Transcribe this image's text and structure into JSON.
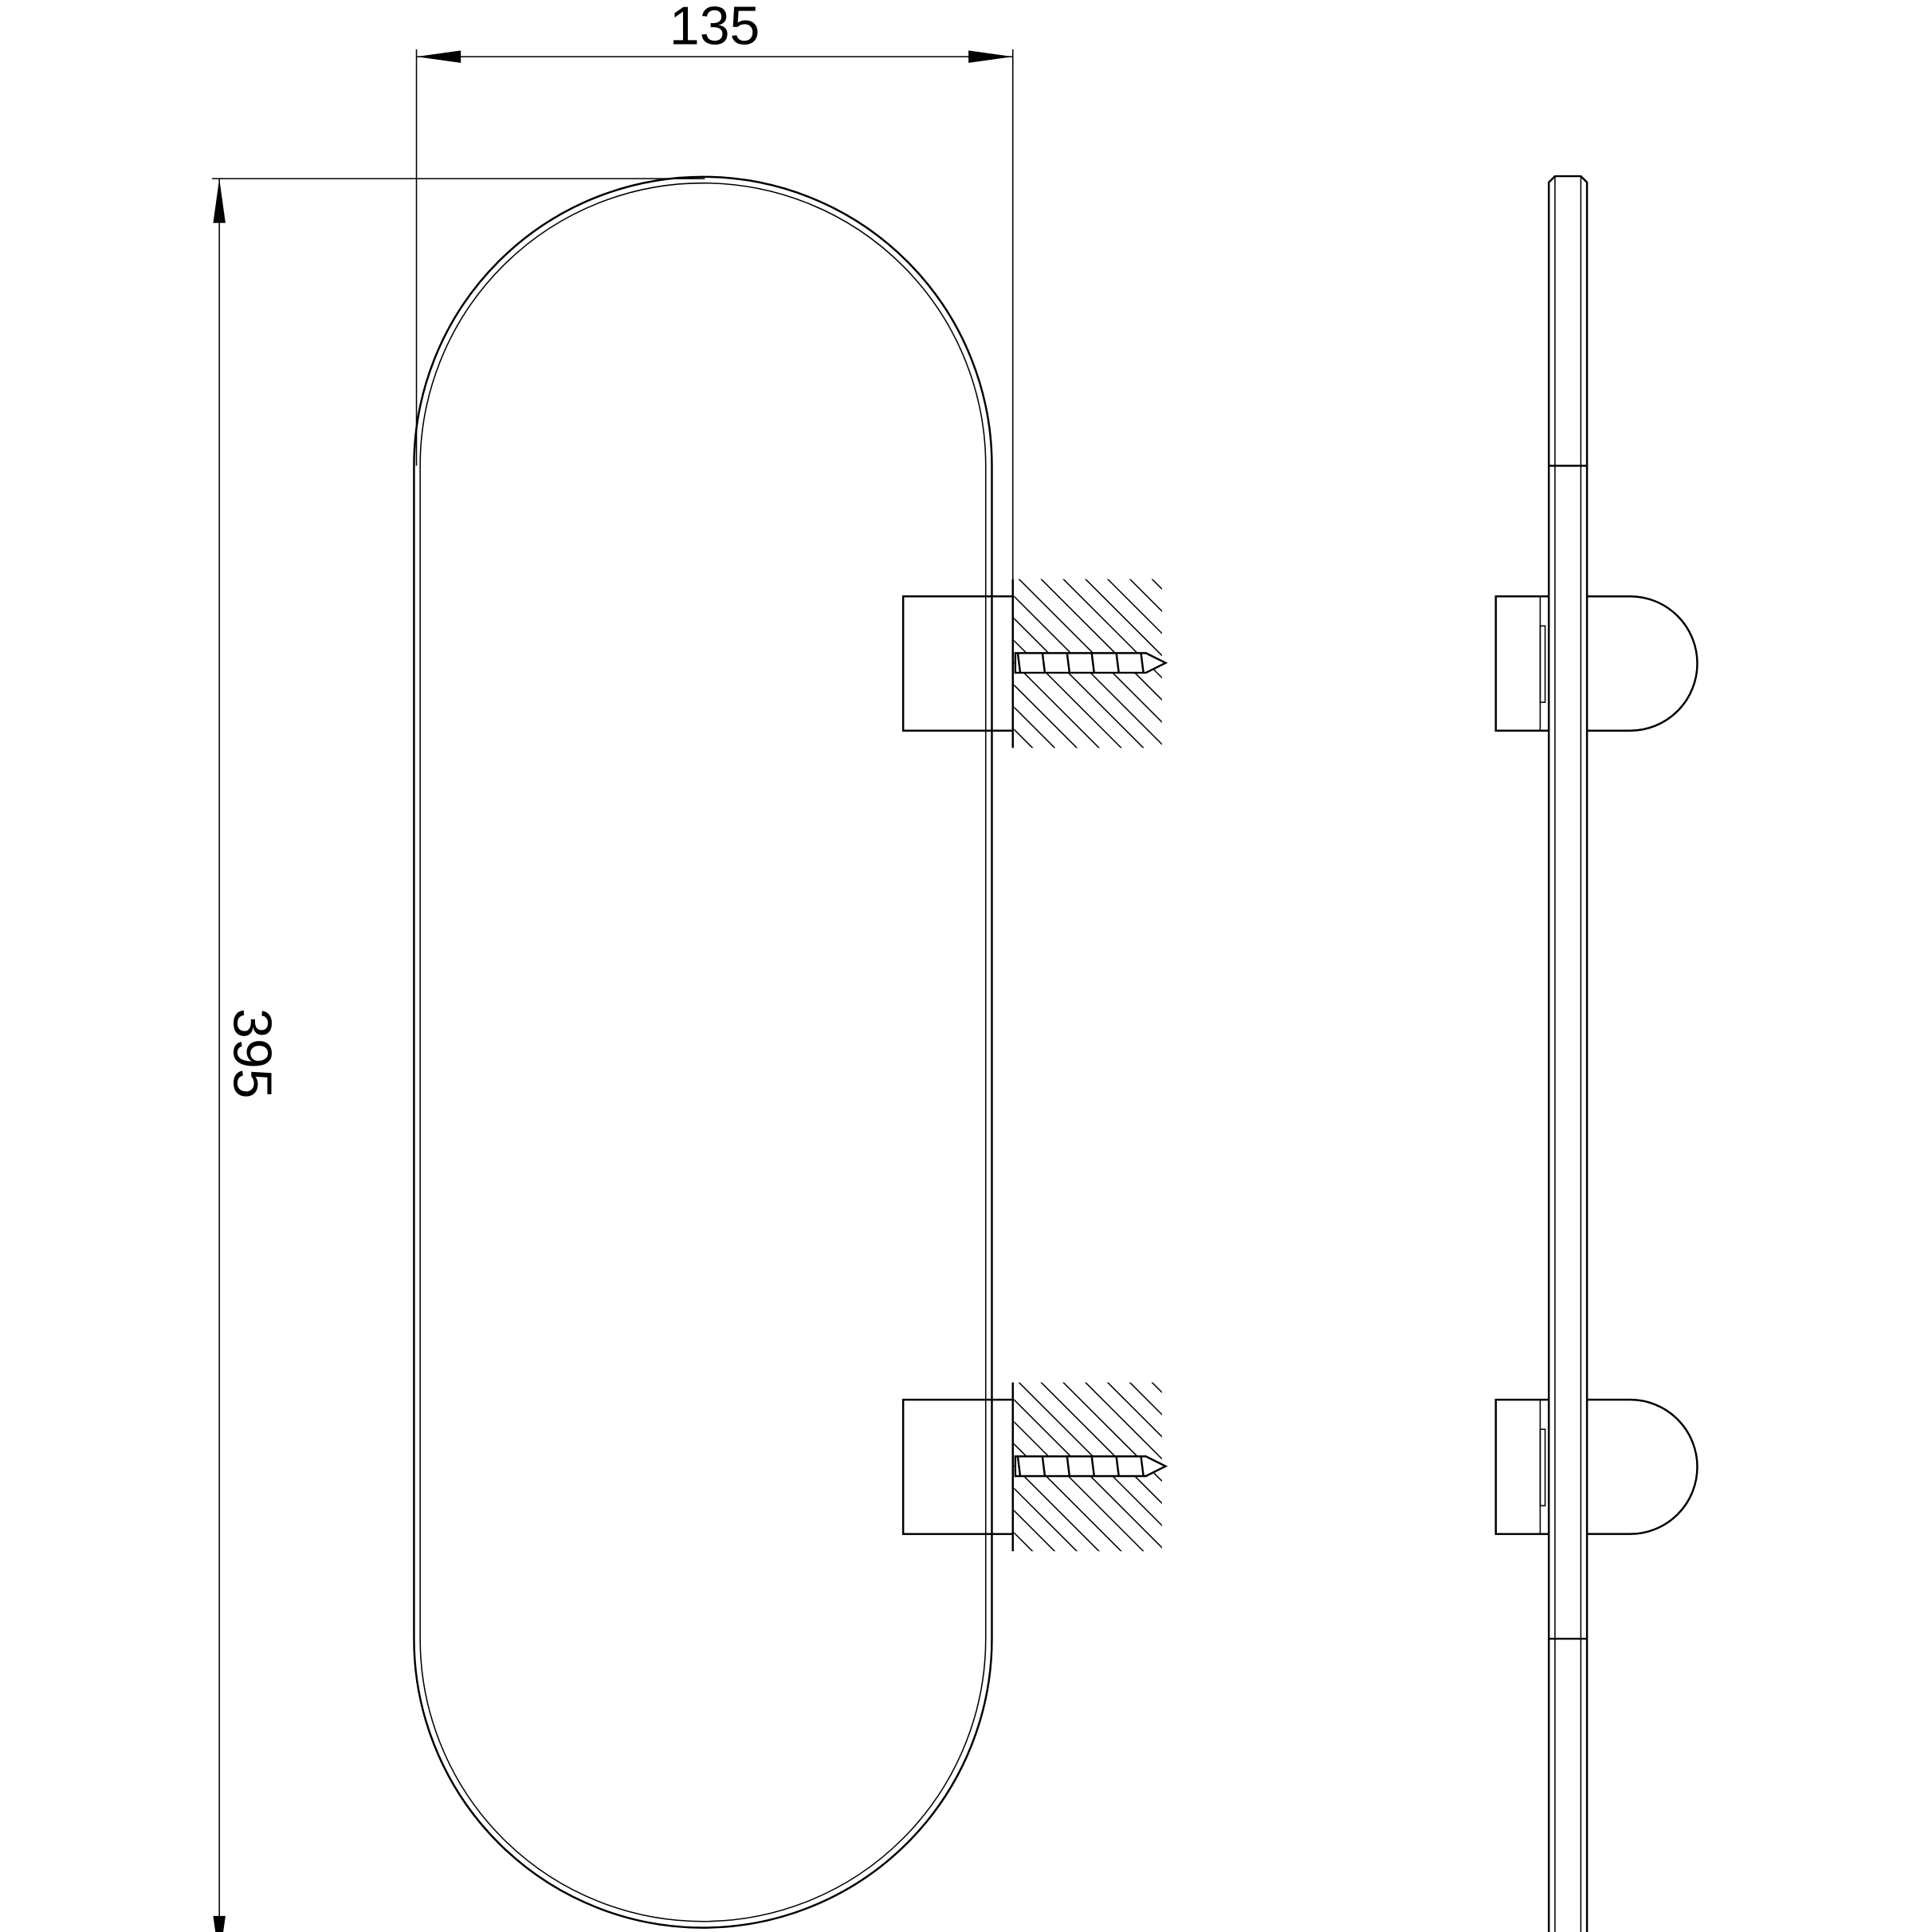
{
  "drawing": {
    "dimensions": {
      "width_label": "135",
      "height_label": "395"
    },
    "views": [
      "front-view",
      "side-view"
    ],
    "mount_count": 2,
    "line_color": "#000000",
    "background": "#ffffff"
  }
}
